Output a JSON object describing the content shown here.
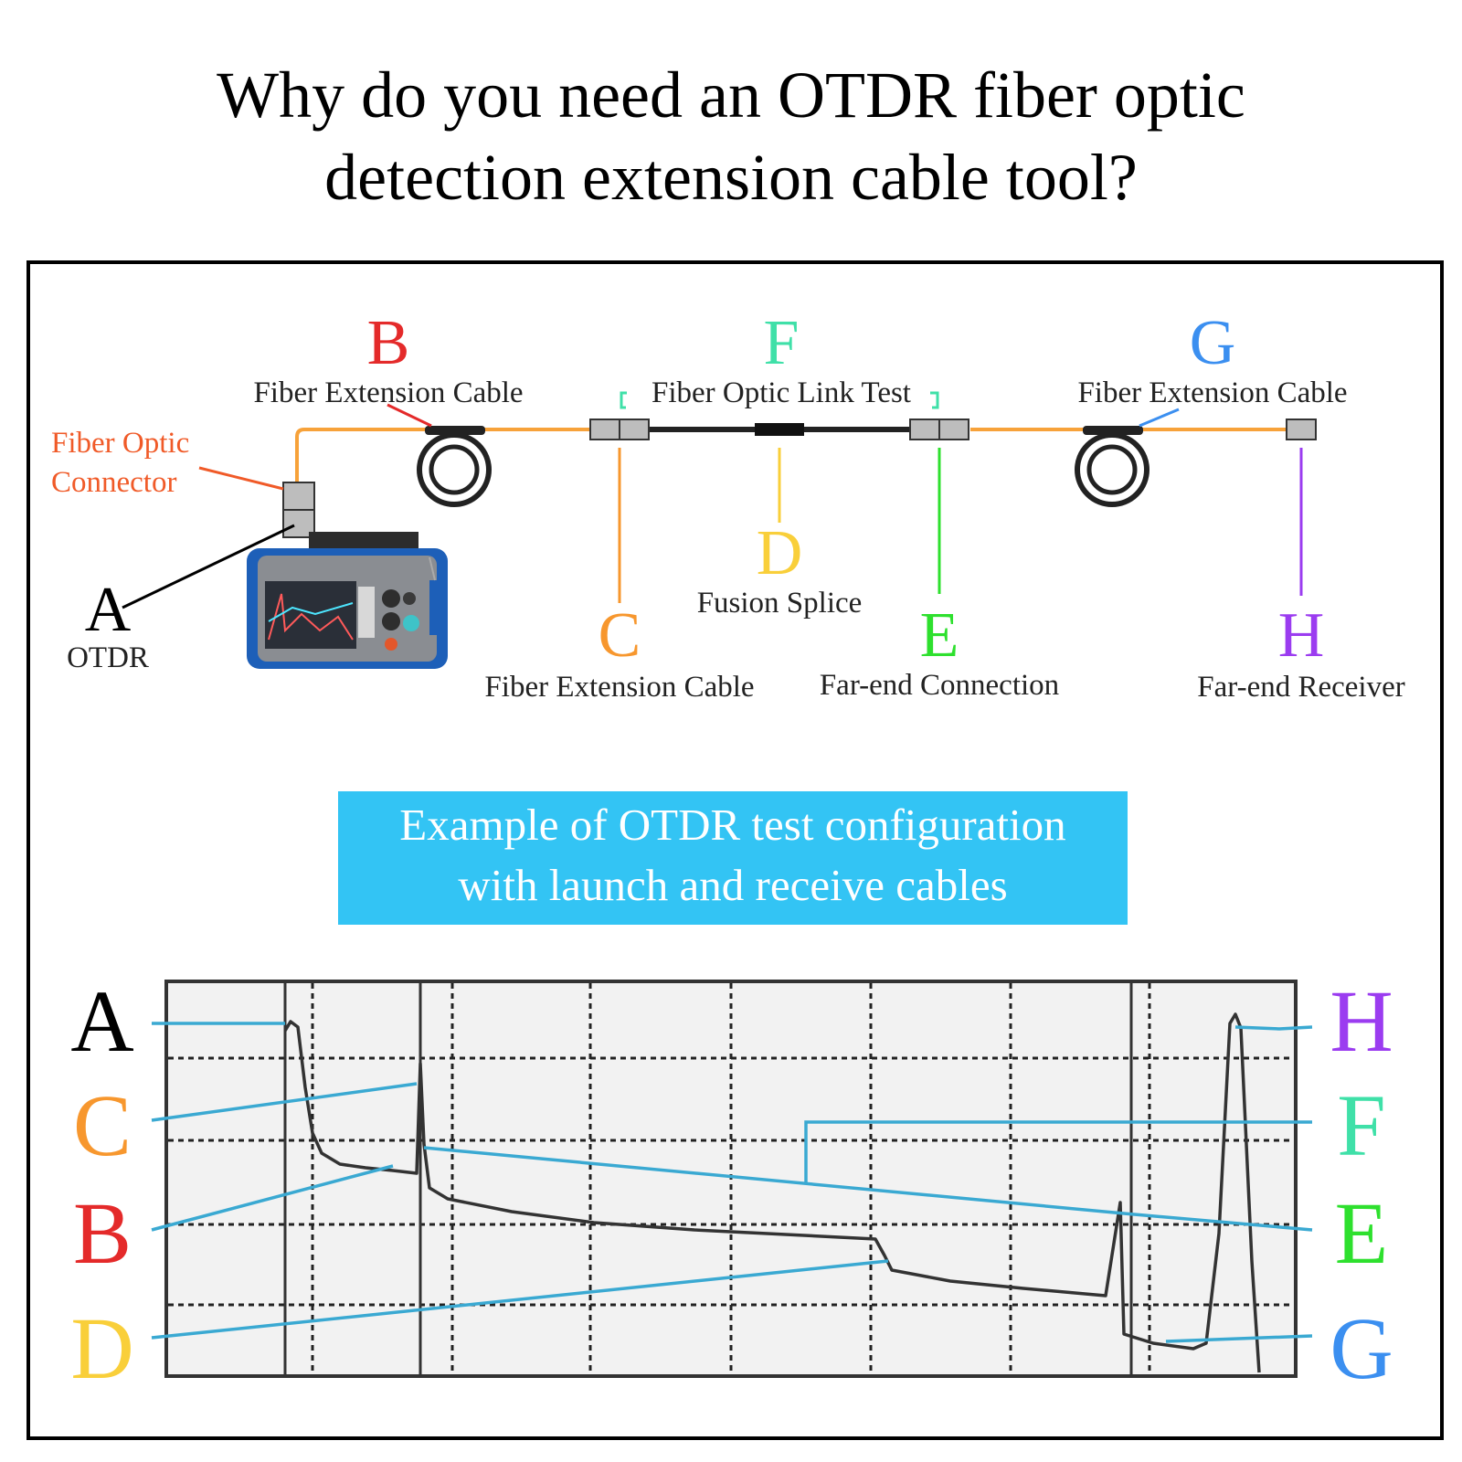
{
  "title": {
    "line1": "Why do you need an OTDR fiber optic",
    "line2": "detection extension cable tool?"
  },
  "diagram": {
    "A": {
      "letter": "A",
      "label": "OTDR",
      "color": "#000000"
    },
    "B": {
      "letter": "B",
      "label": "Fiber Extension Cable",
      "color": "#e42a2a"
    },
    "C": {
      "letter": "C",
      "label": "Fiber Extension Cable",
      "color": "#f7972e"
    },
    "D": {
      "letter": "D",
      "label": "Fusion Splice",
      "color": "#f9cf3a"
    },
    "E": {
      "letter": "E",
      "label": "Far-end Connection",
      "color": "#2ee02e"
    },
    "F": {
      "letter": "F",
      "label": "Fiber Optic Link Test",
      "color": "#3fe0a8"
    },
    "G": {
      "letter": "G",
      "label": "Fiber Extension Cable",
      "color": "#3b8ff0"
    },
    "H": {
      "letter": "H",
      "label": "Far-end Receiver",
      "color": "#9b3cf0"
    },
    "connector": {
      "line1": "Fiber Optic",
      "line2": "Connector",
      "color": "#f05a28"
    },
    "fiber_color": "#f7a23a"
  },
  "banner": {
    "line1": "Example of OTDR test configuration",
    "line2": "with launch and receive cables",
    "color": "#33c4f4"
  },
  "trace_labels": {
    "left": [
      "A",
      "C",
      "B",
      "D"
    ],
    "right": [
      "H",
      "F",
      "E",
      "G"
    ]
  }
}
